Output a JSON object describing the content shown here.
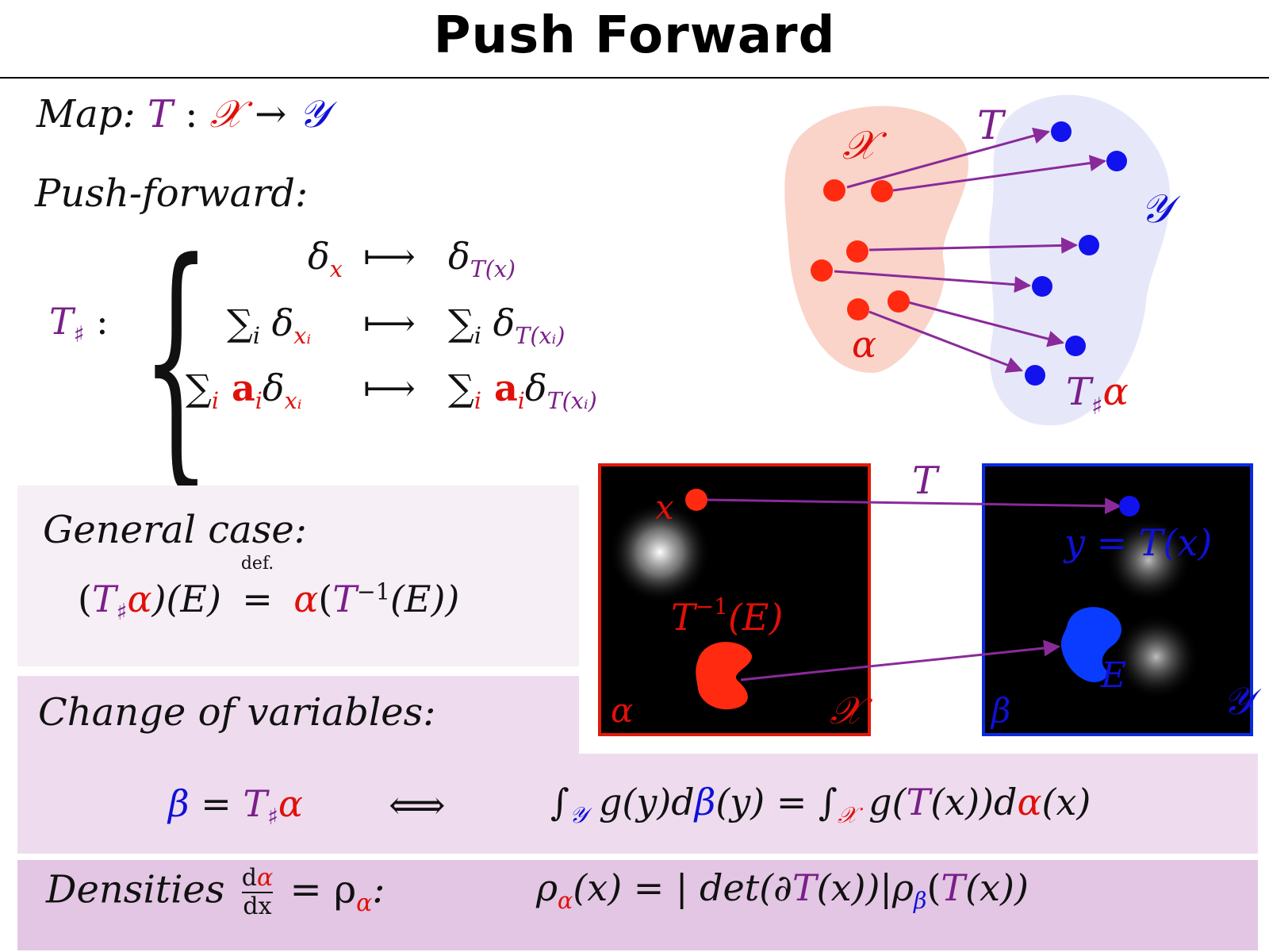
{
  "title": "Push Forward",
  "map": {
    "label": "Map:",
    "T": "T",
    "colon": " : ",
    "X": "𝒳",
    "arrow": " → ",
    "Y": "𝒴"
  },
  "pushforward": {
    "label": "Push-forward:",
    "operator": "T",
    "sharp": "♯",
    "colon": " :",
    "brace": "{",
    "mapsto": "⟼",
    "rows": [
      {
        "lhs_pre": "",
        "lhs_a": "",
        "lhs_delta": "δ",
        "lhs_sub": "x",
        "rhs_pre": "",
        "rhs_a": "",
        "rhs_delta": "δ",
        "rhs_sub": "T(x)"
      },
      {
        "lhs_pre": "∑",
        "lhs_i": "i",
        "lhs_a": "",
        "lhs_delta": " δ",
        "lhs_sub": "xᵢ",
        "rhs_pre": "∑",
        "rhs_i": "i",
        "rhs_a": "",
        "rhs_delta": " δ",
        "rhs_sub": "T(xᵢ)"
      },
      {
        "lhs_pre": "∑",
        "lhs_i": "i",
        "lhs_a": " a",
        "lhs_ai": "i",
        "lhs_delta": "δ",
        "lhs_sub": "xᵢ",
        "rhs_pre": "∑",
        "rhs_i": "i",
        "rhs_a": " a",
        "rhs_ai": "i",
        "rhs_delta": "δ",
        "rhs_sub": "T(xᵢ)"
      }
    ]
  },
  "top_diagram": {
    "X_label": "𝒳",
    "Y_label": "𝒴",
    "T_label": "T",
    "alpha_label": "α",
    "push_label_T": "T",
    "push_label_sharp": "♯",
    "push_label_alpha": "α",
    "colors": {
      "source_blob": "#f9cdc0",
      "target_blob": "#e3e6fa",
      "source_dot": "#ff2a10",
      "target_dot": "#1212ee",
      "arrow": "#8a2a9a"
    }
  },
  "general": {
    "label": "General case:",
    "lp": "(",
    "T": "T",
    "sharp": "♯",
    "alpha": "α",
    "mid": ")(E) ",
    "def": "def.",
    "eq": "=",
    "alpha2": " α",
    "open": "(",
    "T2": "T",
    "inv": "−1",
    "rest": "(E))"
  },
  "images": {
    "left": {
      "x": "x",
      "alpha": "α",
      "X": "𝒳",
      "preimage_T": "T",
      "preimage_sup": "−1",
      "preimage_rest": "(E)",
      "border": "#e01a0a"
    },
    "right": {
      "y_eq": "y = T(x)",
      "beta": "β",
      "Y": "𝒴",
      "E": "E",
      "border": "#0a2ae0"
    },
    "T_label": "T"
  },
  "change": {
    "label": "Change of variables:",
    "beta": "β",
    "eq": " = ",
    "T": "T",
    "sharp": "♯",
    "alpha": "α",
    "iff": "⟺",
    "int1": "∫",
    "Y": "𝒴",
    "g1": " g(y)d",
    "beta2": "β",
    "y2": "(y) = ",
    "int2": "∫",
    "X": "𝒳",
    "g2": " g(",
    "T2": "T",
    "x2": "(x))d",
    "alpha2": "α",
    "x3": "(x)"
  },
  "densities": {
    "label": "Densities",
    "num_d": "d",
    "num_alpha": "α",
    "den": "dx",
    "eq": " = ρ",
    "rho_sub": "α",
    "colon": ":",
    "rho": "ρ",
    "rho_sub2": "α",
    "mid": "(x) = | det(∂",
    "T": "T",
    "mid2": "(x))|ρ",
    "beta_sub": "β",
    "open": "(",
    "T2": "T",
    "end": "(x))"
  }
}
